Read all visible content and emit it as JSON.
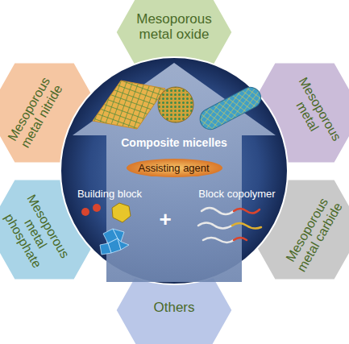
{
  "diagram": {
    "nodes": [
      {
        "text": [
          "Mesoporous metal oxide"
        ]
      },
      {
        "text": [
          "Mesoporous metal"
        ]
      },
      {
        "text": [
          "Mesoporous metal carbide"
        ]
      },
      {
        "text": [
          "Others"
        ]
      },
      {
        "text": [
          "Mesoporous metal phosphate"
        ]
      },
      {
        "text": [
          "Mesoporous metal nitride"
        ]
      },
      {
        "text": [
          "Assisting agent"
        ]
      }
    ],
    "labels": [
      "Composite micelles",
      "Building block",
      "Block copolymer",
      "+"
    ]
  }
}
